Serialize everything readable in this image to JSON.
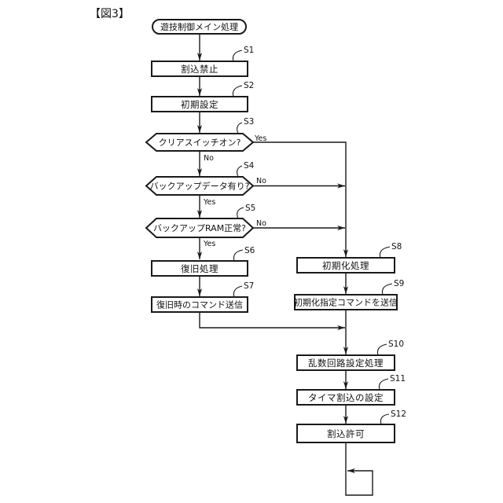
{
  "figure": {
    "caption": "【図3】"
  },
  "terminal": {
    "label": "遊技制御メイン処理"
  },
  "steps": {
    "s1": {
      "id": "S1",
      "label": "割込禁止"
    },
    "s2": {
      "id": "S2",
      "label": "初期設定"
    },
    "s3": {
      "id": "S3",
      "label": "クリアスイッチオン?",
      "yes": "Yes",
      "no": "No"
    },
    "s4": {
      "id": "S4",
      "label": "バックアップデータ有り?",
      "yes": "Yes",
      "no": "No"
    },
    "s5": {
      "id": "S5",
      "label": "バックアップRAM正常?",
      "yes": "Yes",
      "no": "No"
    },
    "s6": {
      "id": "S6",
      "label": "復旧処理"
    },
    "s7": {
      "id": "S7",
      "label": "復旧時のコマンド送信"
    },
    "s8": {
      "id": "S8",
      "label": "初期化処理"
    },
    "s9": {
      "id": "S9",
      "label": "初期化指定コマンドを送信"
    },
    "s10": {
      "id": "S10",
      "label": "乱数回路設定処理"
    },
    "s11": {
      "id": "S11",
      "label": "タイマ割込の設定"
    },
    "s12": {
      "id": "S12",
      "label": "割込許可"
    }
  },
  "colors": {
    "line": "#1a1a1a",
    "background": "#ffffff"
  }
}
